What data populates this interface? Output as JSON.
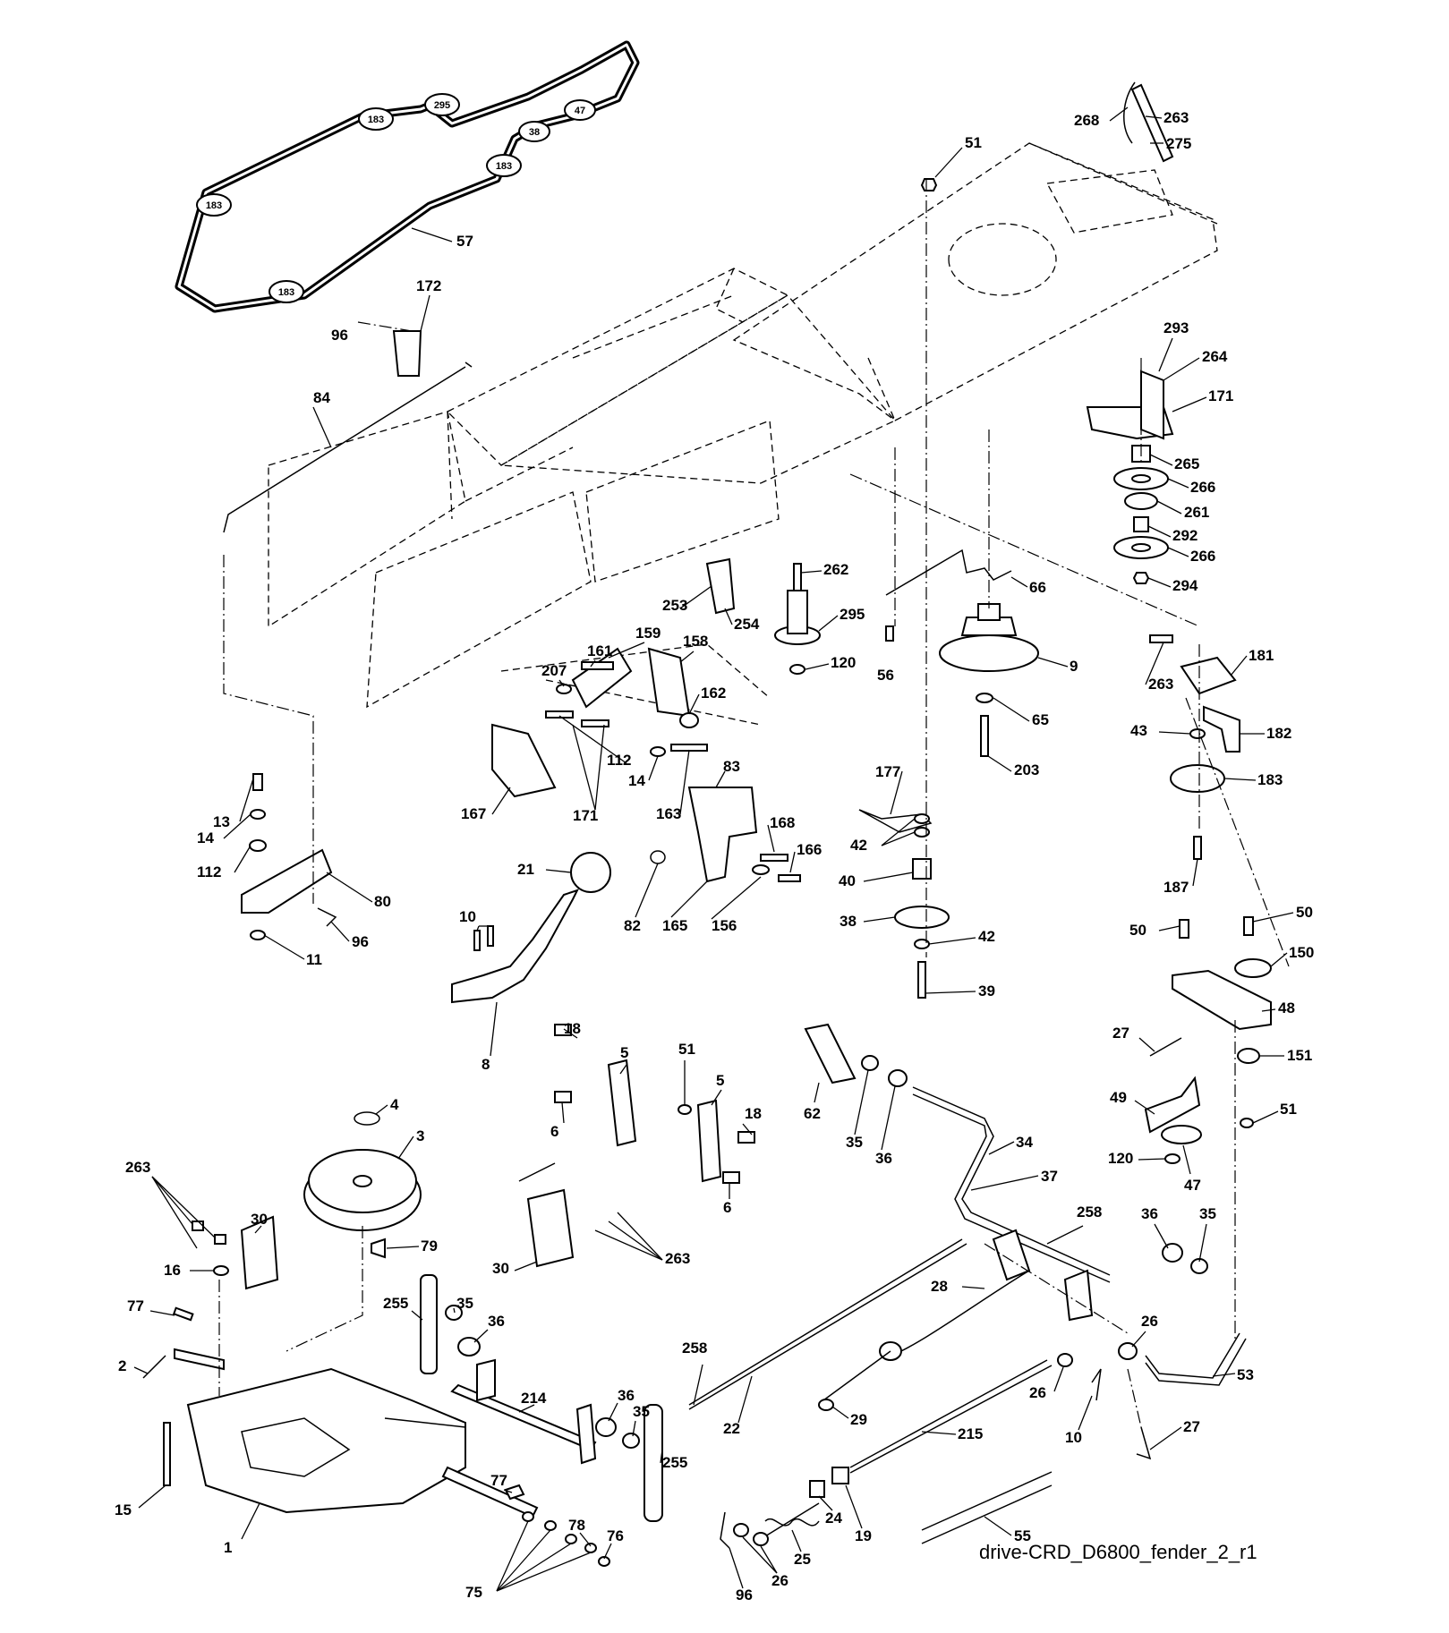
{
  "caption": "drive-CRD_D6800_fender_2_r1",
  "belt_tags": [
    "183",
    "295",
    "47",
    "38",
    "183",
    "183",
    "183"
  ],
  "labels": [
    "57",
    "268",
    "263",
    "275",
    "51",
    "172",
    "96",
    "84",
    "293",
    "264",
    "171",
    "265",
    "266",
    "261",
    "292",
    "266",
    "294",
    "66",
    "9",
    "262",
    "295",
    "120",
    "56",
    "253",
    "254",
    "159",
    "158",
    "161",
    "207",
    "162",
    "112",
    "14",
    "171",
    "167",
    "163",
    "83",
    "65",
    "203",
    "263",
    "181",
    "182",
    "43",
    "183",
    "187",
    "177",
    "42",
    "40",
    "38",
    "42",
    "39",
    "13",
    "14",
    "112",
    "80",
    "96",
    "11",
    "21",
    "82",
    "165",
    "156",
    "168",
    "166",
    "10",
    "8",
    "18",
    "5",
    "51",
    "6",
    "5",
    "18",
    "6",
    "4",
    "3",
    "263",
    "30",
    "16",
    "79",
    "77",
    "2",
    "15",
    "1",
    "30",
    "263",
    "255",
    "35",
    "36",
    "214",
    "36",
    "35",
    "255",
    "77",
    "78",
    "76",
    "75",
    "62",
    "35",
    "36",
    "34",
    "37",
    "258",
    "28",
    "258",
    "22",
    "29",
    "215",
    "26",
    "10",
    "24",
    "19",
    "25",
    "26",
    "96",
    "55",
    "36",
    "35",
    "26",
    "53",
    "27",
    "50",
    "50",
    "150",
    "48",
    "27",
    "151",
    "49",
    "51",
    "120",
    "47"
  ]
}
